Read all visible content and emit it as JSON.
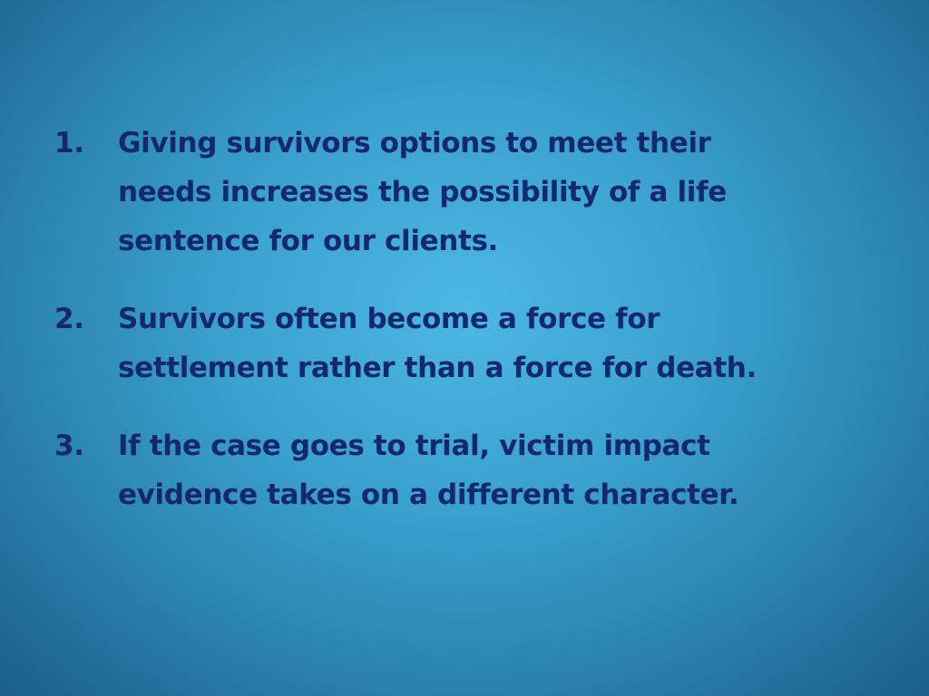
{
  "slide": {
    "items": [
      {
        "number": "1.",
        "lines": [
          "Giving survivors options to meet their",
          "needs increases the possibility of a life",
          "sentence for our clients."
        ]
      },
      {
        "number": "2.",
        "lines": [
          "Survivors often become a force for",
          "settlement rather than a force for death."
        ]
      },
      {
        "number": "3.",
        "lines": [
          "If the case goes to trial, victim impact",
          "evidence takes on a different character."
        ]
      }
    ],
    "colors": {
      "text": "#14286e",
      "background_center": "#4cb7e5",
      "background_edge": "#1a6089"
    }
  }
}
